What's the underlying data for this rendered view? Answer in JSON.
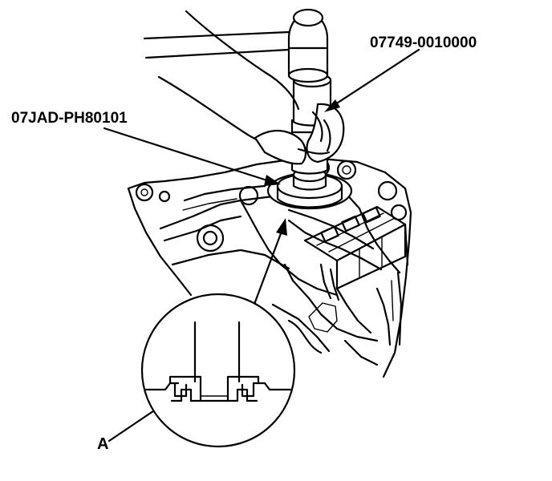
{
  "labels": {
    "tool_a": "07749-0010000",
    "tool_b": "07JAD-PH80101",
    "part": "A"
  },
  "colors": {
    "line": "#000000",
    "background": "#ffffff"
  }
}
